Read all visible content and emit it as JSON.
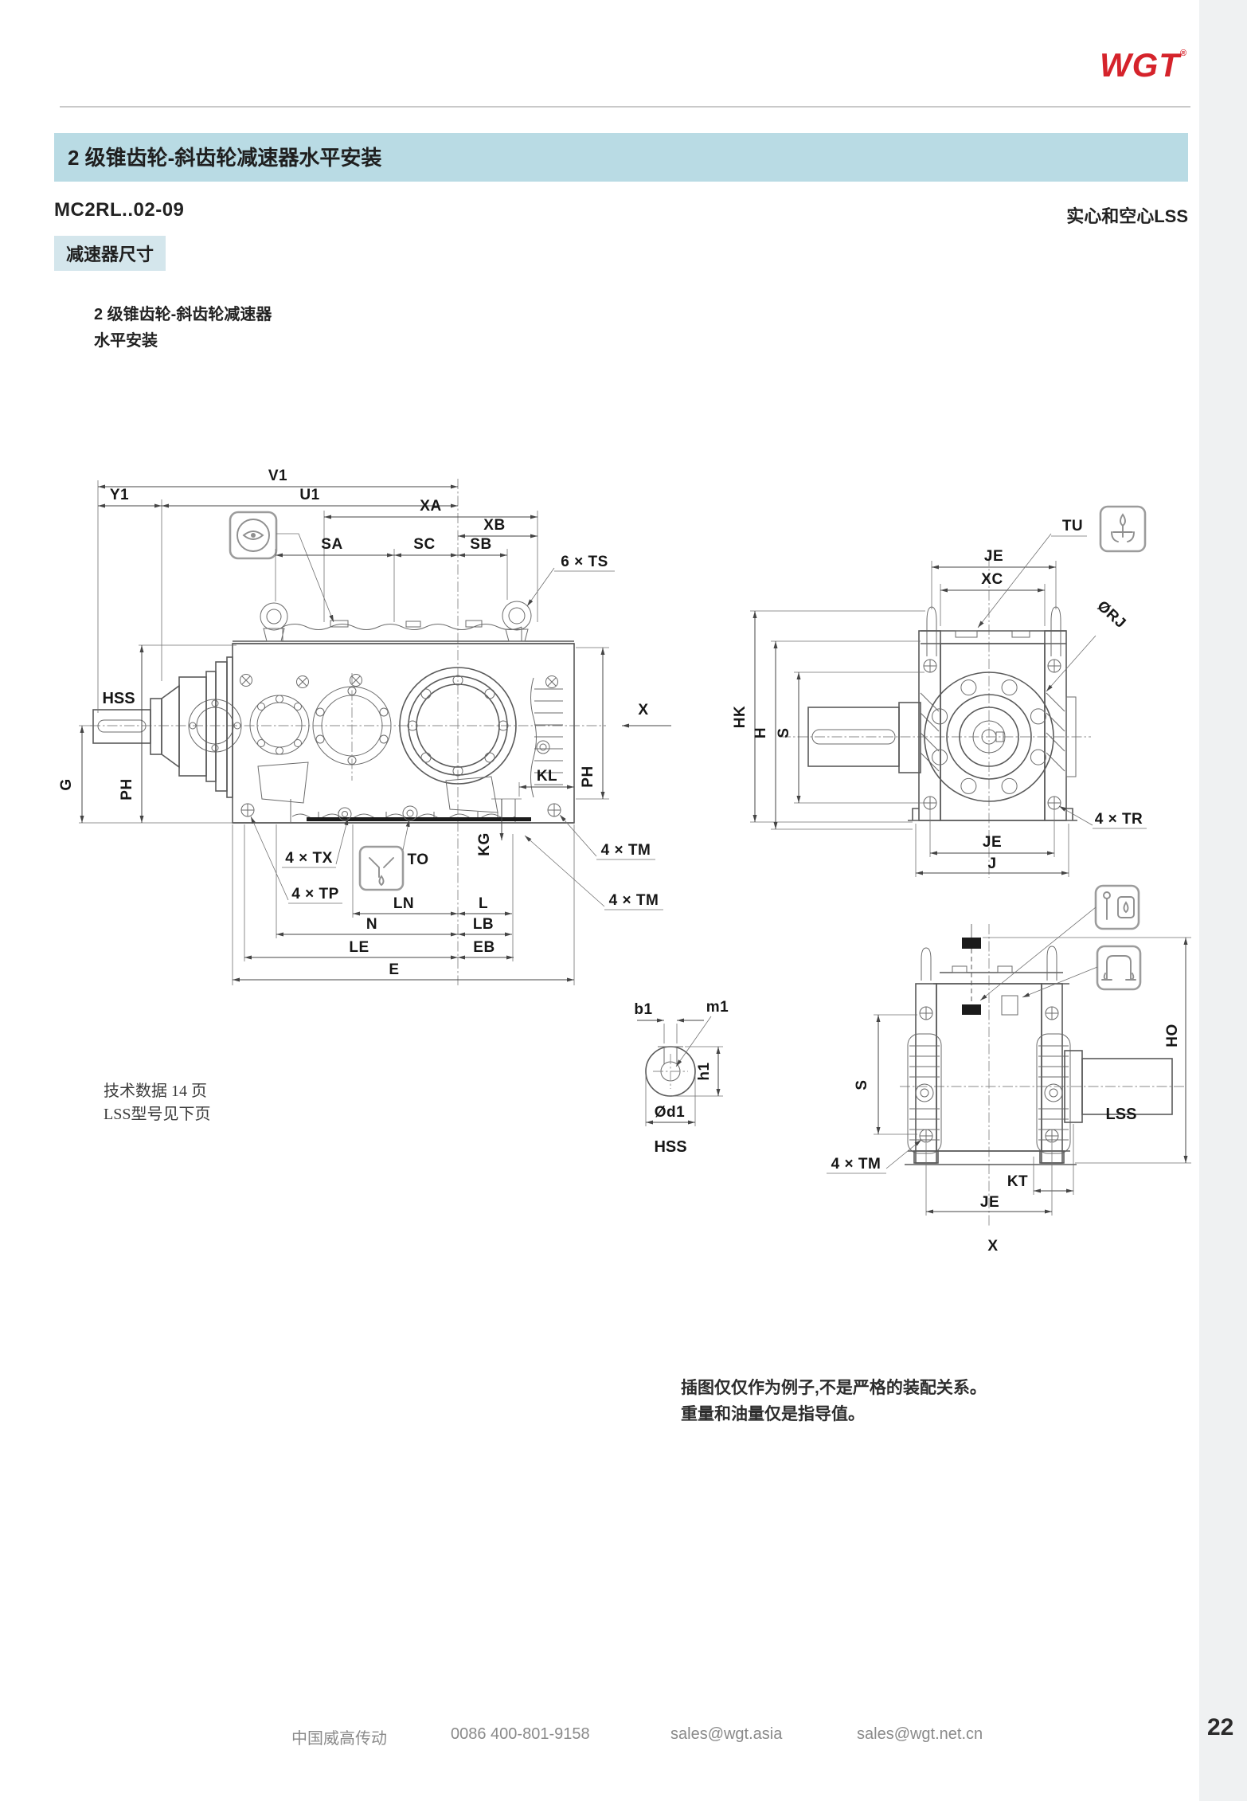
{
  "header": {
    "logo": "WGT",
    "logo_mark": "®",
    "band_title": "2 级锥齿轮-斜齿轮减速器水平安装",
    "model": "MC2RL..02-09",
    "shaft_note": "实心和空心LSS",
    "section_title": "减速器尺寸",
    "subtitle_line1": "2 级锥齿轮-斜齿轮减速器",
    "subtitle_line2": "水平安装"
  },
  "notes": {
    "tech_line1": "技术数据 14 页",
    "tech_line2": "LSS型号见下页",
    "disclaimer_line1": "插图仅仅作为例子,不是严格的装配关系。",
    "disclaimer_line2": "重量和油量仅是指导值。"
  },
  "front_view": {
    "labels": {
      "v1": "V1",
      "y1": "Y1",
      "u1": "U1",
      "xa": "XA",
      "xb": "XB",
      "sa": "SA",
      "sc": "SC",
      "sb": "SB",
      "ts": "6 × TS",
      "hss": "HSS",
      "g": "G",
      "ph_left": "PH",
      "ph_right": "PH",
      "x": "X",
      "kl": "KL",
      "kg": "KG",
      "tm_upper": "4 × TM",
      "tm_lower": "4 × TM",
      "tx": "4 × TX",
      "tp": "4 × TP",
      "to": "TO",
      "ln": "LN",
      "l": "L",
      "n": "N",
      "lb": "LB",
      "le": "LE",
      "eb": "EB",
      "e": "E"
    }
  },
  "end_view": {
    "labels": {
      "tu": "TU",
      "je_top": "JE",
      "xc": "XC",
      "rj": "ØRJ",
      "hk": "HK",
      "h": "H",
      "s": "S",
      "tr": "4 × TR",
      "je_bottom": "JE",
      "j": "J"
    }
  },
  "shaft_end_view": {
    "labels": {
      "b1": "b1",
      "m1": "m1",
      "h1": "h1",
      "d1": "Ød1",
      "hss": "HSS"
    }
  },
  "side_view": {
    "labels": {
      "ho": "HO",
      "s": "S",
      "lss": "LSS",
      "tm": "4 × TM",
      "kt": "KT",
      "je": "JE",
      "x": "X"
    }
  },
  "footer": {
    "company": "中国威高传动",
    "phone": "0086 400-801-9158",
    "email_primary": "sales@wgt.asia",
    "email_secondary": "sales@wgt.net.cn",
    "page_number": "22"
  },
  "colors": {
    "accent_red": "#d5232b",
    "header_band": "#b9dbe4",
    "section_highlight": "#d4e6ec",
    "drawing_line": "#5a5a5a",
    "dim_line": "#454545",
    "label_text": "#161616",
    "footer_text": "#8a8a8a"
  }
}
